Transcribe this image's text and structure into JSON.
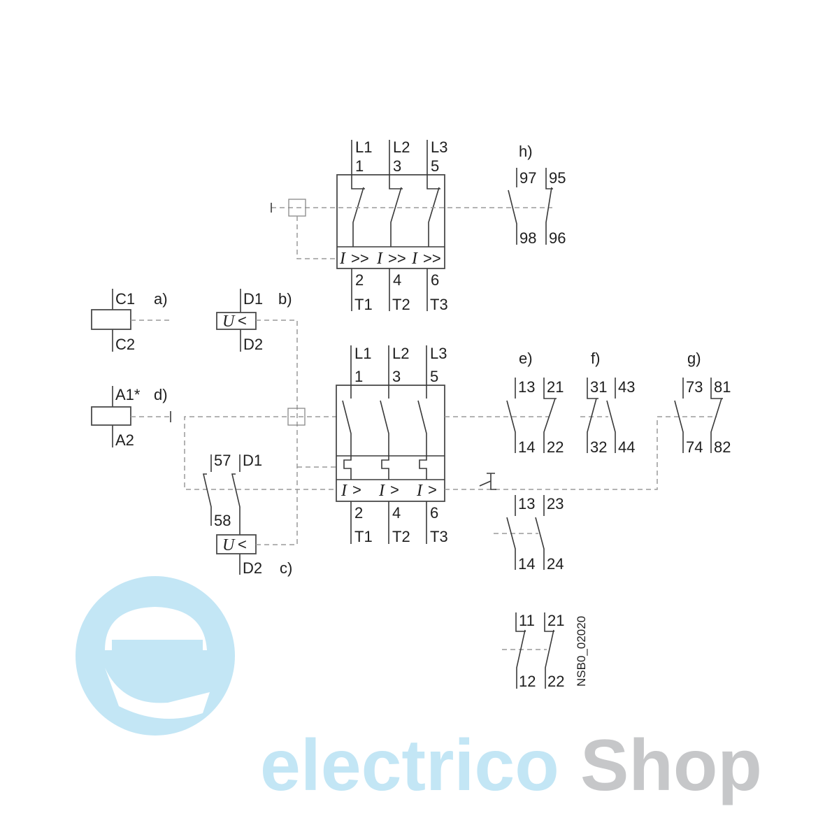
{
  "watermark": {
    "brand_part1": "electrico",
    "brand_part2": "Shop",
    "logo_letter": "e",
    "blue": "#c3e6f5",
    "gray": "#c6c7c9"
  },
  "drawing_code": "NSB0_02020",
  "top_breaker": {
    "line_labels": [
      "L1",
      "L2",
      "L3"
    ],
    "in_terminals": [
      "1",
      "3",
      "5"
    ],
    "out_terminals": [
      "2",
      "4",
      "6"
    ],
    "load_labels": [
      "T1",
      "T2",
      "T3"
    ],
    "trip_symbols": [
      "I",
      ">>",
      "I",
      ">>",
      "I",
      ">>"
    ]
  },
  "bottom_breaker": {
    "line_labels": [
      "L1",
      "L2",
      "L3"
    ],
    "in_terminals": [
      "1",
      "3",
      "5"
    ],
    "out_terminals": [
      "2",
      "4",
      "6"
    ],
    "load_labels": [
      "T1",
      "T2",
      "T3"
    ],
    "trip_symbols": [
      "I",
      ">",
      "I",
      ">",
      "I",
      ">"
    ]
  },
  "a": {
    "tag": "a)",
    "top": "C1",
    "bottom": "C2"
  },
  "b": {
    "tag": "b)",
    "top": "D1",
    "bottom": "D2",
    "coil_u": "U",
    "coil_lt": "<"
  },
  "c": {
    "tag": "c)",
    "contact_top": "57",
    "contact_bottom": "58",
    "top": "D1",
    "bottom": "D2",
    "coil_u": "U",
    "coil_lt": "<"
  },
  "d": {
    "tag": "d)",
    "top": "A1*",
    "bottom": "A2"
  },
  "e": {
    "tag": "e)",
    "c1_top": "13",
    "c1_bottom": "14",
    "c2_top": "21",
    "c2_bottom": "22"
  },
  "f": {
    "tag": "f)",
    "c1_top": "31",
    "c1_bottom": "32",
    "c2_top": "43",
    "c2_bottom": "44"
  },
  "g": {
    "tag": "g)",
    "c1_top": "73",
    "c1_bottom": "74",
    "c2_top": "81",
    "c2_bottom": "82"
  },
  "h": {
    "tag": "h)",
    "c1_top": "97",
    "c1_bottom": "98",
    "c2_top": "95",
    "c2_bottom": "96"
  },
  "aux_no": {
    "c1_top": "13",
    "c1_bottom": "14",
    "c2_top": "23",
    "c2_bottom": "24"
  },
  "aux_nc": {
    "c1_top": "11",
    "c1_bottom": "12",
    "c2_top": "21",
    "c2_bottom": "22"
  }
}
